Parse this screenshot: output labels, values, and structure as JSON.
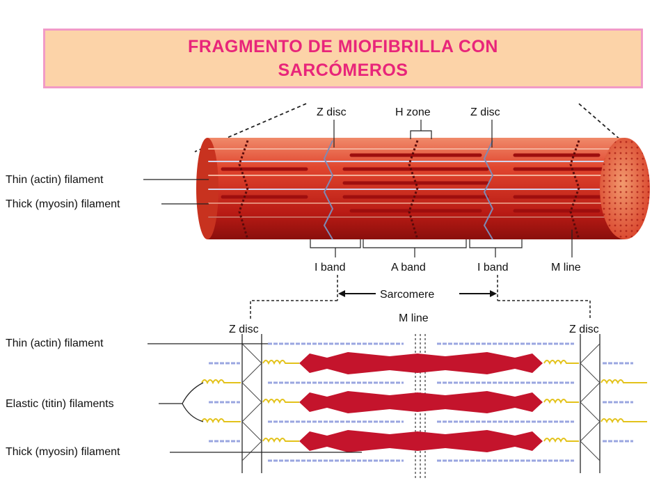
{
  "title": {
    "line1": "FRAGMENTO DE MIOFIBRILLA CON",
    "line2": "SARCÓMEROS"
  },
  "top_diagram": {
    "z_disc_left": "Z disc",
    "h_zone": "H zone",
    "z_disc_right": "Z disc",
    "thin_filament": "Thin (actin) filament",
    "thick_filament": "Thick (myosin) filament",
    "i_band_left": "I band",
    "a_band": "A band",
    "i_band_right": "I band",
    "m_line": "M line",
    "sarcomere": "Sarcomere"
  },
  "bottom_diagram": {
    "m_line": "M line",
    "z_disc_left": "Z disc",
    "z_disc_right": "Z disc",
    "thin_filament": "Thin (actin) filament",
    "elastic_filaments": "Elastic (titin) filaments",
    "thick_filament": "Thick (myosin) filament"
  },
  "colors": {
    "title_text": "#e8257a",
    "title_bg": "#fcd3a8",
    "title_border": "#f19ac7",
    "muscle_red": "#cc1f1f",
    "myosin": "#c4142c",
    "actin": "#9aa6e0",
    "titin": "#e3c21a"
  }
}
